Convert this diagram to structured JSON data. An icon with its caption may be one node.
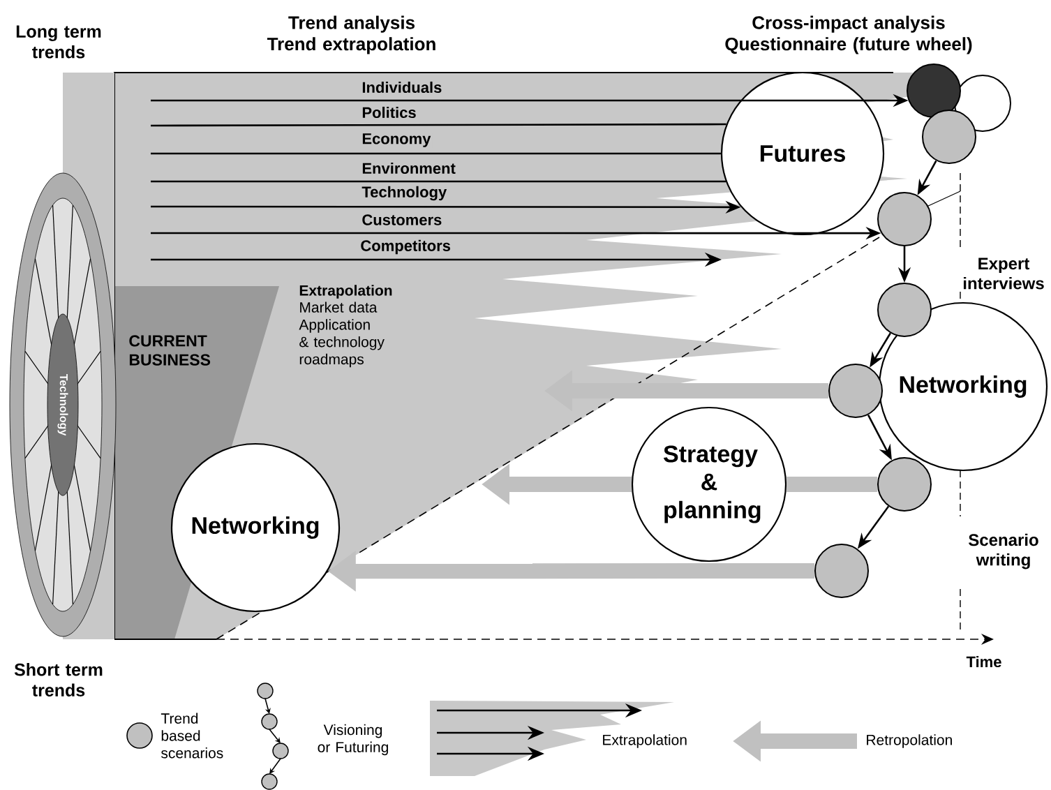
{
  "diagram": {
    "nodes": [
      {
        "text": [
          "Technology"
        ]
      },
      {
        "text": [
          "Futures"
        ]
      },
      {
        "text": [],
        "shape": "circle"
      },
      {
        "text": [],
        "shape": "circle"
      },
      {
        "text": [],
        "shape": "circle"
      },
      {
        "text": [],
        "shape": "circle"
      },
      {
        "text": [],
        "shape": "circle"
      },
      {
        "text": [],
        "shape": "circle"
      },
      {
        "text": [
          "Networking"
        ]
      },
      {
        "text": [
          "Strategy & planning"
        ]
      },
      {
        "text": [],
        "shape": "circle"
      },
      {
        "text": [],
        "shape": "circle"
      },
      {
        "text": [
          "Networking"
        ]
      }
    ],
    "edges": [
      {
        "from": null,
        "to": 2,
        "arrow": "to",
        "label": "Individuals"
      },
      {
        "from": null,
        "to": 1,
        "arrow": "none",
        "label": "Politics"
      },
      {
        "from": null,
        "to": 1,
        "arrow": "none",
        "label": "Economy"
      },
      {
        "from": null,
        "to": 1,
        "arrow": "none",
        "label": "Environment"
      },
      {
        "from": null,
        "to": 1,
        "arrow": "to",
        "label": "Technology"
      },
      {
        "from": null,
        "to": 5,
        "arrow": "to",
        "label": "Customers"
      },
      {
        "from": 4,
        "to": 5,
        "arrow": "to"
      },
      {
        "from": 5,
        "to": 6,
        "arrow": "to"
      },
      {
        "from": 6,
        "to": 7,
        "arrow": "to"
      },
      {
        "from": 7,
        "to": 10,
        "arrow": "to"
      },
      {
        "from": 10,
        "to": 11,
        "arrow": "to"
      },
      {
        "from": 7,
        "to": null,
        "arrow": "to",
        "style": "thick",
        "color": "#c0c0c0"
      },
      {
        "from": 10,
        "to": 9,
        "arrow": "none",
        "style": "thick",
        "color": "#c0c0c0"
      },
      {
        "from": 9,
        "to": null,
        "arrow": "to",
        "style": "thick",
        "color": "#c0c0c0"
      },
      {
        "from": 11,
        "to": 12,
        "arrow": "to",
        "style": "thick",
        "color": "#c0c0c0"
      }
    ],
    "labels": [
      "Long term trends",
      "Trend analysis Trend extrapolation",
      "Cross-impact analysis Questionnaire (future wheel)",
      "Competitors",
      "Expert interviews",
      "Extrapolation",
      "Market data Application & technology roadmaps",
      "CURRENT BUSINESS",
      "Scenario writing",
      "Time",
      "Short term trends"
    ],
    "legend": [
      {
        "text": "Trend based scenarios"
      },
      {
        "text": "Visioning or Futuring"
      },
      {
        "text": "Extrapolation"
      },
      {
        "text": "Retropolation"
      }
    ]
  }
}
